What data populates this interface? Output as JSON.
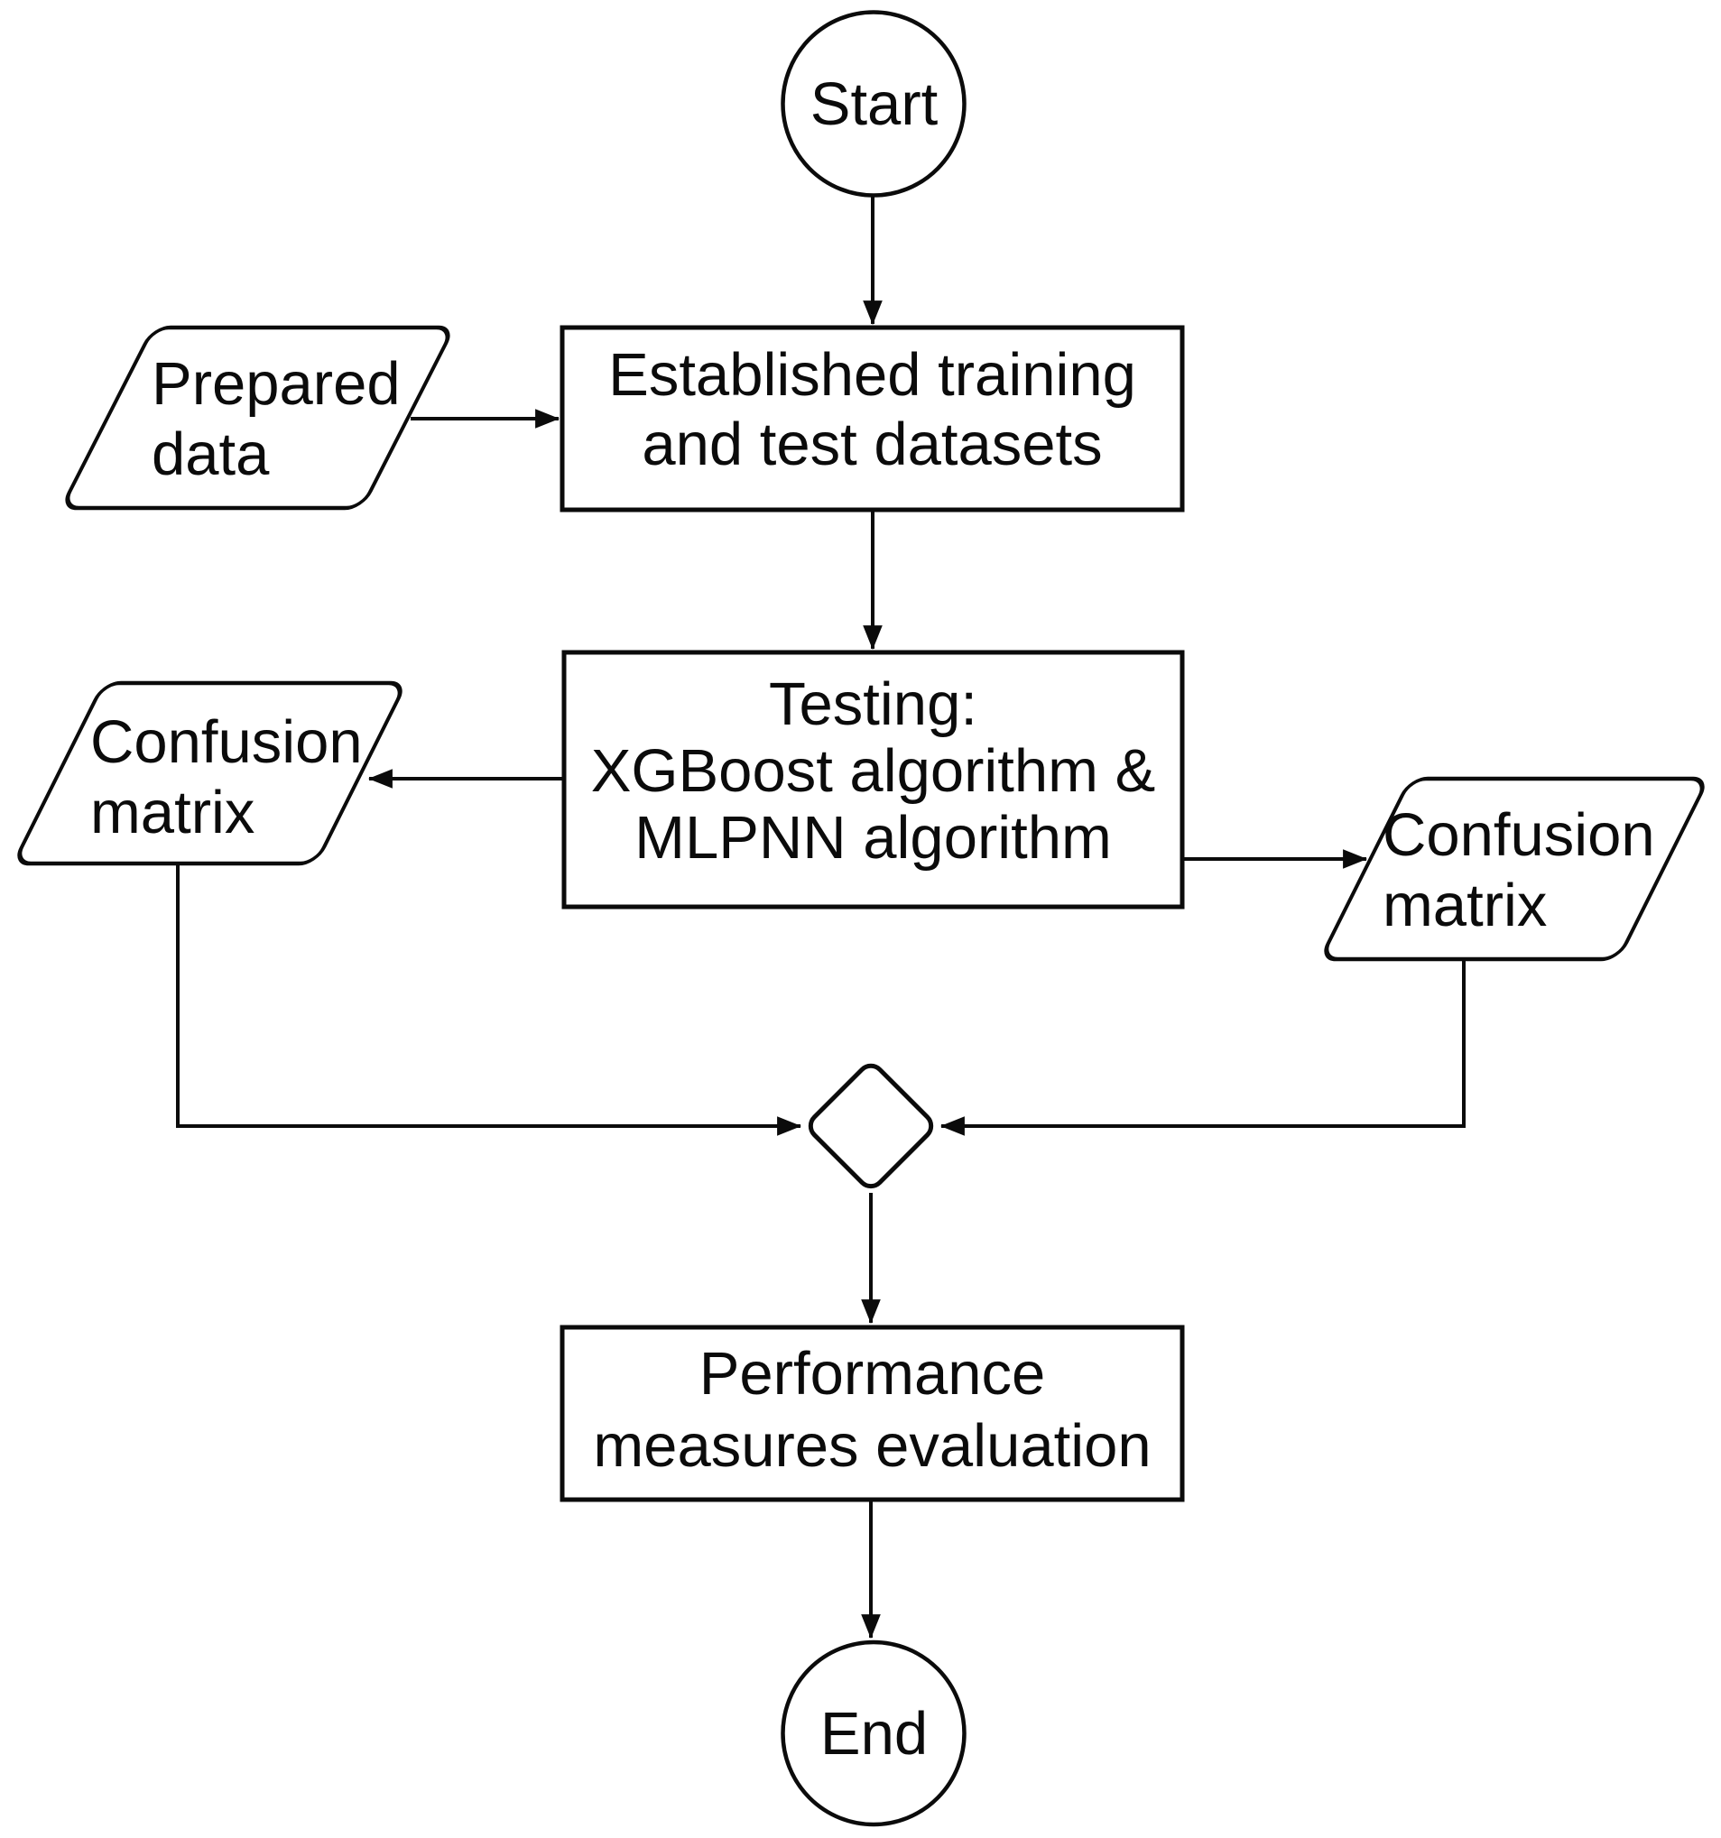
{
  "diagram": {
    "title": "Model testing flowchart",
    "background_color": "#ffffff",
    "stroke_color": "#0b0b0b",
    "nodes": {
      "start": {
        "type": "terminator",
        "shape": "circle",
        "label": "Start"
      },
      "prepared_data": {
        "type": "data",
        "shape": "parallelogram",
        "lines": [
          "Prepared",
          "data"
        ]
      },
      "established": {
        "type": "process",
        "shape": "rectangle",
        "lines": [
          "Established training",
          "and test datasets"
        ]
      },
      "testing": {
        "type": "process",
        "shape": "rectangle",
        "lines": [
          "Testing:",
          "XGBoost algorithm &",
          "MLPNN algorithm"
        ]
      },
      "confusion_left": {
        "type": "data",
        "shape": "parallelogram",
        "lines": [
          "Confusion",
          "matrix"
        ]
      },
      "confusion_right": {
        "type": "data",
        "shape": "parallelogram",
        "lines": [
          "Confusion",
          "matrix"
        ]
      },
      "merge_decision": {
        "type": "decision",
        "shape": "diamond",
        "label": ""
      },
      "performance": {
        "type": "process",
        "shape": "rectangle",
        "lines": [
          "Performance",
          "measures evaluation"
        ]
      },
      "end": {
        "type": "terminator",
        "shape": "circle",
        "label": "End"
      }
    },
    "edges": [
      {
        "from": "start",
        "to": "established",
        "arrow": true
      },
      {
        "from": "prepared_data",
        "to": "established",
        "arrow": true
      },
      {
        "from": "established",
        "to": "testing",
        "arrow": true
      },
      {
        "from": "testing",
        "to": "confusion_left",
        "arrow": true
      },
      {
        "from": "testing",
        "to": "confusion_right",
        "arrow": true
      },
      {
        "from": "confusion_left",
        "to": "merge_decision",
        "arrow": true
      },
      {
        "from": "confusion_right",
        "to": "merge_decision",
        "arrow": true
      },
      {
        "from": "merge_decision",
        "to": "performance",
        "arrow": true
      },
      {
        "from": "performance",
        "to": "end",
        "arrow": true
      }
    ]
  }
}
